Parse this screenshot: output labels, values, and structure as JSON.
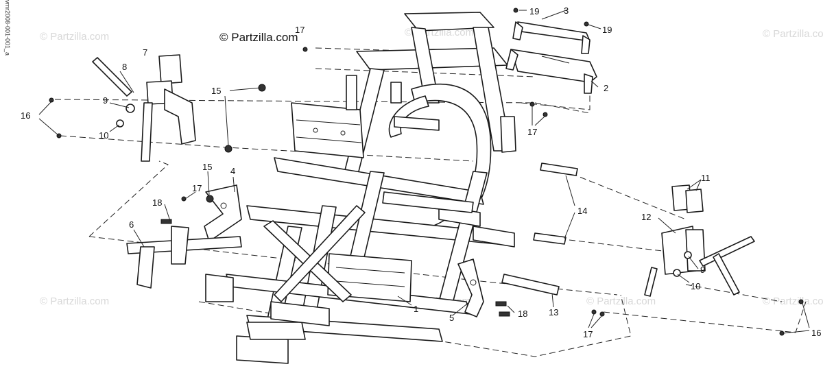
{
  "brand": "© Partzilla.com",
  "watermark": "© Partzilla.com",
  "drawing_code": "vmr2008-001-001_a",
  "callouts": {
    "c1": "1",
    "c2": "2",
    "c3": "3",
    "c4": "4",
    "c5": "5",
    "c6": "6",
    "c7": "7",
    "c8": "8",
    "c9a": "9",
    "c9b": "9",
    "c10a": "10",
    "c10b": "10",
    "c11": "11",
    "c12": "12",
    "c13": "13",
    "c14": "14",
    "c15a": "15",
    "c15b": "15",
    "c16a": "16",
    "c16b": "16",
    "c17a": "17",
    "c17b": "17",
    "c17c": "17",
    "c17d": "17",
    "c18a": "18",
    "c18b": "18",
    "c19a": "19",
    "c19b": "19"
  }
}
